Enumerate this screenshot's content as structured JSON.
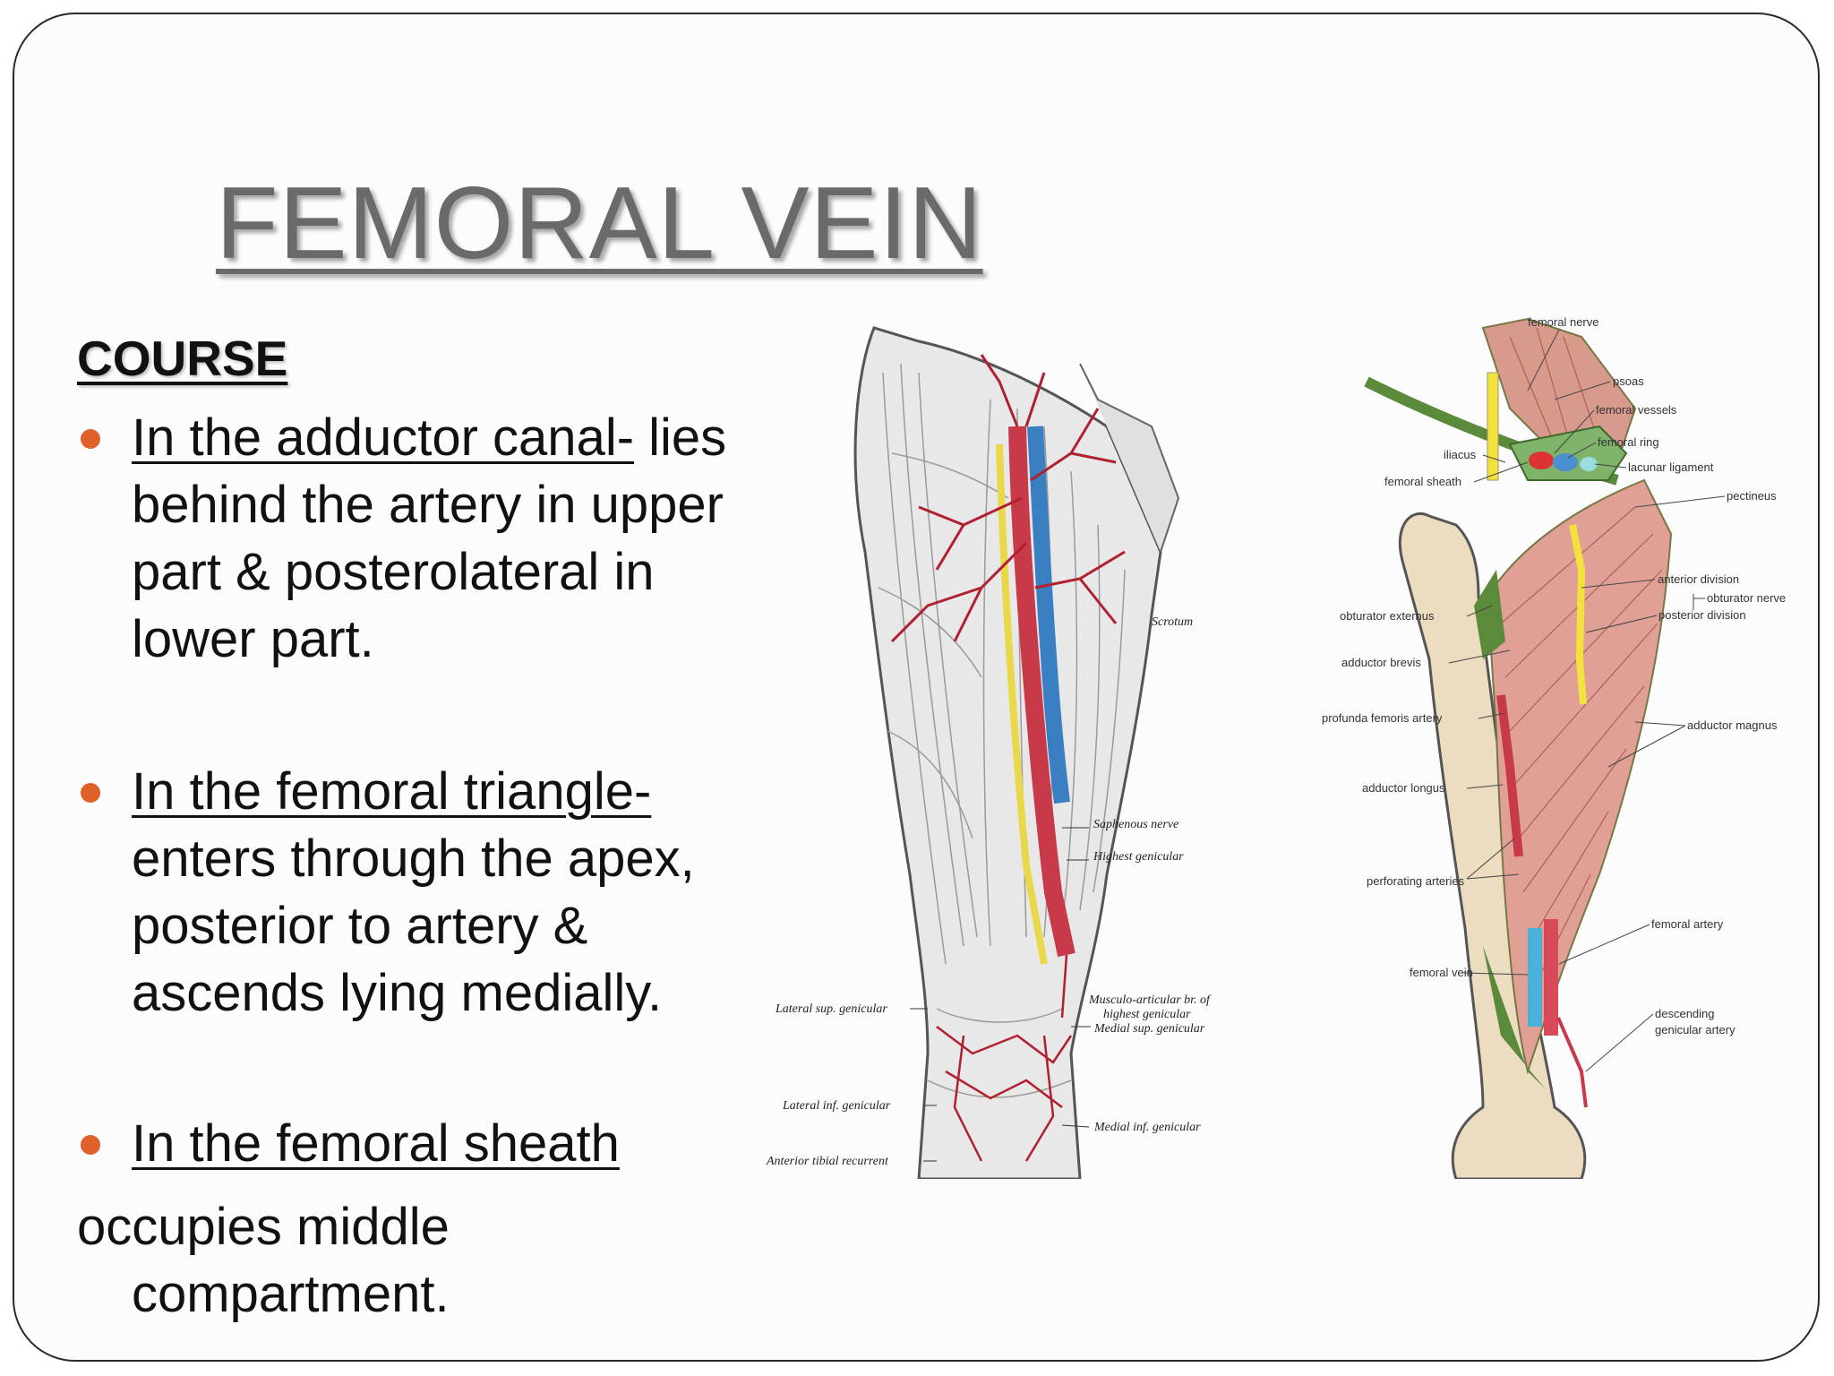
{
  "slide": {
    "title": "FEMORAL VEIN",
    "heading": "COURSE",
    "bullets": [
      {
        "underlined": "In the adductor canal-",
        "rest": "lies behind the artery in upper part & posterolateral in lower part."
      },
      {
        "underlined": "In the femoral triangle-",
        "rest": "enters through the apex, posterior to artery & ascends lying medially."
      },
      {
        "underlined": "In the femoral sheath",
        "rest": ""
      }
    ],
    "continuation": "occupies middle compartment.",
    "bullet_color": "#e0602a"
  },
  "figure_left": {
    "labels": {
      "scrotum": "Scrotum",
      "saphenous": "Saphenous nerve",
      "highest": "Highest genicular",
      "musculo1": "Musculo-articular br. of",
      "musculo2": "highest genicular",
      "medial_sup": "Medial sup. genicular",
      "lateral_sup": "Lateral sup. genicular",
      "lateral_inf": "Lateral inf. genicular",
      "medial_inf": "Medial inf. genicular",
      "ant_tibial": "Anterior tibial recurrent"
    }
  },
  "figure_right": {
    "labels": {
      "femoral_nerve": "femoral nerve",
      "psoas": "psoas",
      "femoral_vessels": "femoral vessels",
      "femoral_ring": "femoral ring",
      "lacunar": "lacunar ligament",
      "pectineus": "pectineus",
      "iliacus": "iliacus",
      "femoral_sheath": "femoral sheath",
      "anterior_division": "anterior division",
      "obturator_nerve": "obturator nerve",
      "posterior_division": "posterior division",
      "obturator_externus": "obturator externus",
      "adductor_brevis": "adductor brevis",
      "profunda": "profunda femoris artery",
      "adductor_magnus": "adductor magnus",
      "adductor_longus": "adductor longus",
      "perforating": "perforating arteries",
      "femoral_artery": "femoral artery",
      "femoral_vein": "femoral vein",
      "desc1": "descending",
      "desc2": "genicular artery"
    }
  }
}
